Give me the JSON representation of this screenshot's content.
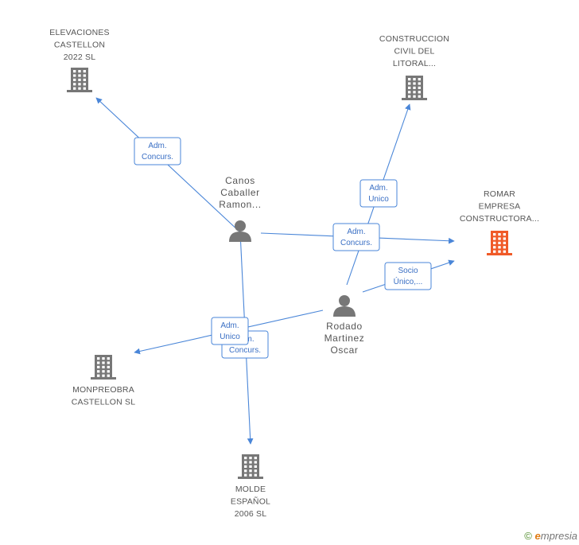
{
  "colors": {
    "edge": "#4a86d8",
    "company_default": "#777777",
    "company_highlight": "#f05a28",
    "person": "#777777",
    "text": "#555555"
  },
  "nodes": [
    {
      "id": "elevaciones",
      "type": "company",
      "icon": "building-icon",
      "lines": [
        "ELEVACIONES",
        "CASTELLON",
        "2022 SL"
      ]
    },
    {
      "id": "construccion",
      "type": "company",
      "icon": "building-icon",
      "lines": [
        "CONSTRUCCION",
        "CIVIL DEL",
        "LITORAL..."
      ]
    },
    {
      "id": "romar",
      "type": "company",
      "icon": "building-icon",
      "highlight": true,
      "lines": [
        "ROMAR",
        "EMPRESA",
        "CONSTRUCTORA..."
      ]
    },
    {
      "id": "canos",
      "type": "person",
      "icon": "person-icon",
      "lines": [
        "Canos",
        "Caballer",
        "Ramon..."
      ]
    },
    {
      "id": "rodado",
      "type": "person",
      "icon": "person-icon",
      "lines": [
        "Rodado",
        "Martinez",
        "Oscar"
      ]
    },
    {
      "id": "monpreobra",
      "type": "company",
      "icon": "building-icon",
      "lines": [
        "MONPREOBRA",
        "CASTELLON SL"
      ]
    },
    {
      "id": "molde",
      "type": "company",
      "icon": "building-icon",
      "lines": [
        "MOLDE",
        "ESPAÑOL",
        "2006 SL"
      ]
    }
  ],
  "edges": [
    {
      "from": "canos",
      "to": "elevaciones",
      "label": [
        "Adm.",
        "Concurs."
      ]
    },
    {
      "from": "canos",
      "to": "romar",
      "label": [
        "Adm.",
        "Concurs."
      ]
    },
    {
      "from": "canos",
      "to": "molde",
      "label": [
        "Adm.",
        "Concurs."
      ]
    },
    {
      "from": "rodado",
      "to": "construccion",
      "label": [
        "Adm.",
        "Unico"
      ]
    },
    {
      "from": "rodado",
      "to": "romar",
      "label": [
        "Socio",
        "Único,..."
      ]
    },
    {
      "from": "rodado",
      "to": "monpreobra",
      "label": [
        "Adm.",
        "Unico"
      ]
    }
  ],
  "footer": {
    "copyright": "©",
    "brand_initial": "e",
    "brand_rest": "mpresia"
  }
}
